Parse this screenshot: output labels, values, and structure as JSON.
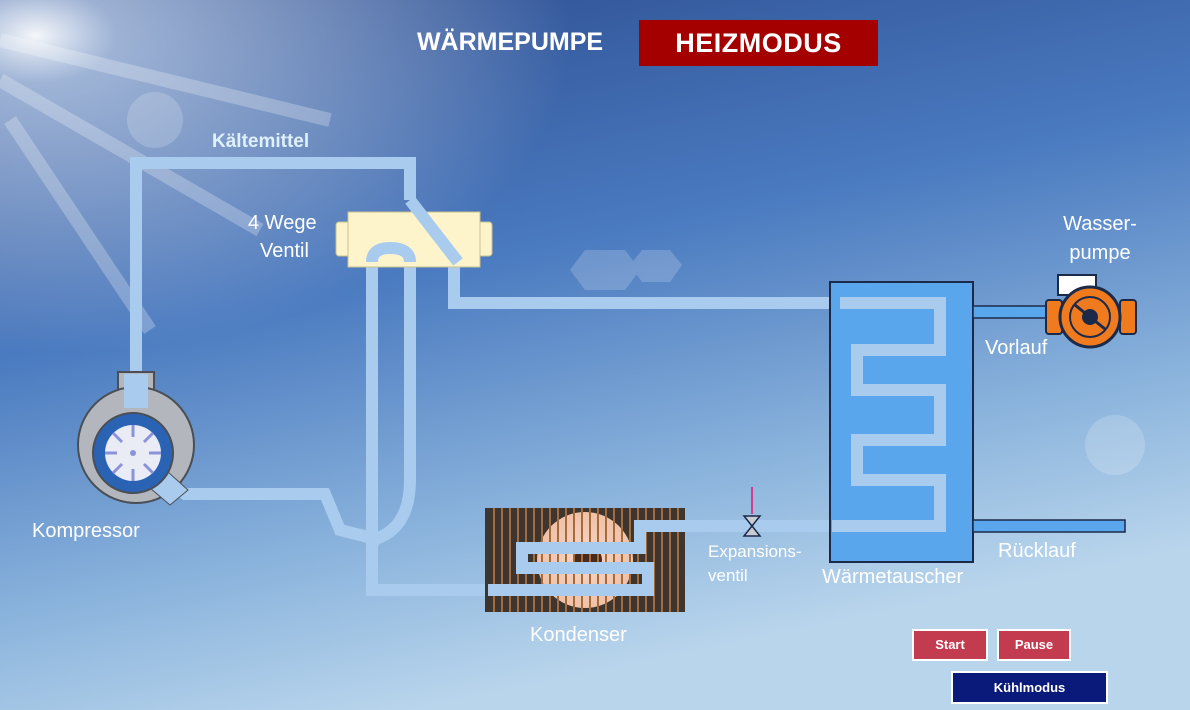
{
  "header": {
    "title": "WÄRMEPUMPE",
    "mode": "HEIZMODUS"
  },
  "labels": {
    "refrigerant": "Kältemittel",
    "valve_line1": "4 Wege",
    "valve_line2": "Ventil",
    "pump_line1": "Wasser-",
    "pump_line2": "pumpe",
    "flow": "Vorlauf",
    "compressor": "Kompressor",
    "expansion_line1": "Expansions-",
    "expansion_line2": "ventil",
    "heat_exchanger": "Wärmetauscher",
    "return": "Rücklauf",
    "condenser": "Kondenser"
  },
  "controls": {
    "start": "Start",
    "pause": "Pause",
    "cooling_mode": "Kühlmodus"
  },
  "colors": {
    "pipe": "#a9cbee",
    "valve_body": "#fdf4cc",
    "heat_exchanger": "#5aa6ec",
    "pump": "#f07a1e",
    "mode_badge": "#a50000",
    "button_red": "#c23b4f",
    "button_blue": "#0a1a7a"
  }
}
